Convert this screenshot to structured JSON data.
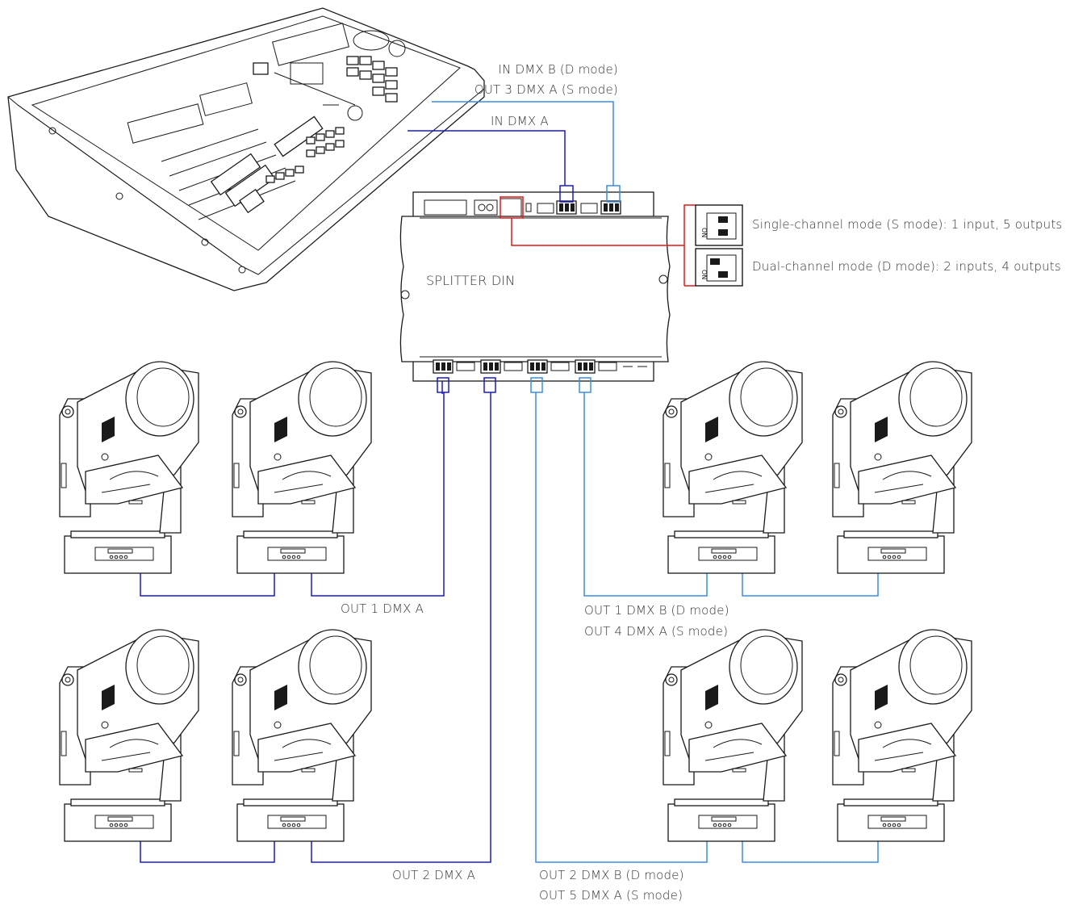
{
  "diagram": {
    "device_label": "SPLITTER DIN",
    "labels": {
      "in_b": [
        "IN DMX B (D mode)",
        "OUT 3 DMX A (S mode)"
      ],
      "in_a": "IN DMX A",
      "out1a": "OUT 1 DMX A",
      "out2a": "OUT 2 DMX A",
      "out1b": [
        "OUT 1 DMX B (D mode)",
        "OUT 4 DMX A (S mode)"
      ],
      "out2b": [
        "OUT 2 DMX B (D mode)",
        "OUT 5 DMX A (S mode)"
      ]
    },
    "modes": {
      "single": "Single-channel mode (S mode): 1 input, 5 outputs",
      "dual": "Dual-channel mode (D mode): 2 inputs, 4 outputs",
      "switch_text": "ON"
    },
    "colors": {
      "dmx_a_cable": "#1a1acc",
      "dmx_b_cable": "#3a8ee0",
      "mode_highlight": "#e01818",
      "line_art": "#1a1a1a"
    }
  }
}
